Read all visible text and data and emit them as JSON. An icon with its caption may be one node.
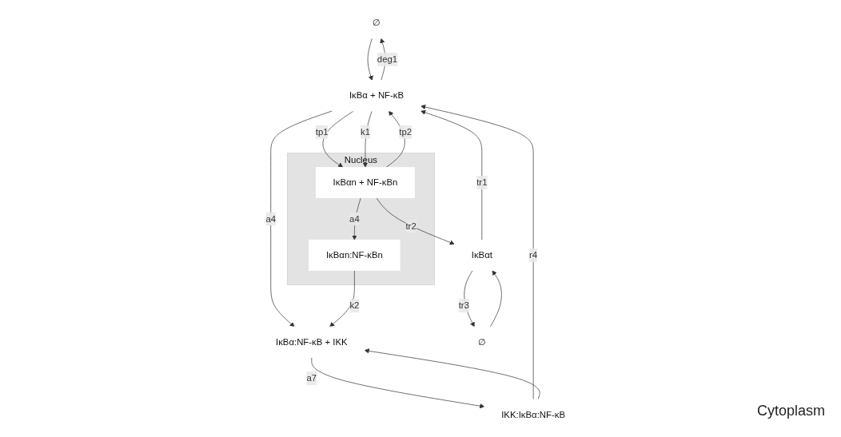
{
  "diagram": {
    "nodes": [
      {
        "text": [
          "∅"
        ]
      },
      {
        "text": [
          "IκBα + NF-κB"
        ]
      },
      {
        "text": [
          "IκBα:NF-κB + IKK"
        ]
      },
      {
        "text": [
          "IKK:IκBα:NF-κB"
        ]
      },
      {
        "text": [
          "Nucleus"
        ]
      },
      {
        "text": [
          "IκBαn + NF-κBn"
        ],
        "in": 4
      },
      {
        "text": [
          "IκBαn:NF-κBn"
        ],
        "in": 4
      },
      {
        "text": [
          "∅"
        ]
      },
      {
        "text": [
          "IκBαt"
        ]
      }
    ],
    "edges": [
      {
        "from": 0,
        "to": 1,
        "arrow": "to"
      },
      {
        "from": 1,
        "to": 0,
        "label": "deg1",
        "arrow": "to"
      },
      {
        "from": 8,
        "to": 1,
        "label": "tr1",
        "arrow": "to"
      },
      {
        "from": 1,
        "to": 2,
        "label": "a4",
        "arrow": "to"
      },
      {
        "from": 2,
        "to": 3,
        "label": "a7",
        "arrow": "to"
      },
      {
        "from": 3,
        "to": 1,
        "label": "r4",
        "arrow": "to"
      },
      {
        "from": 3,
        "to": 2,
        "arrow": "to"
      },
      {
        "from": 1,
        "to": 5,
        "label": "tp1",
        "arrow": "to"
      },
      {
        "from": 5,
        "to": 1,
        "label": "tp2",
        "arrow": "to"
      },
      {
        "from": 1,
        "to": 5,
        "label": "k1",
        "arrow": "to"
      },
      {
        "from": 5,
        "to": 6,
        "label": "a4",
        "arrow": "to"
      },
      {
        "from": 6,
        "to": 2,
        "label": "k2",
        "arrow": "to"
      },
      {
        "from": 5,
        "to": 8,
        "label": "tr2",
        "arrow": "to"
      },
      {
        "from": 7,
        "to": 8,
        "arrow": "to"
      },
      {
        "from": 8,
        "to": 7,
        "label": "tr3",
        "arrow": "to"
      }
    ],
    "labels": [
      "Cytoplasm"
    ]
  }
}
